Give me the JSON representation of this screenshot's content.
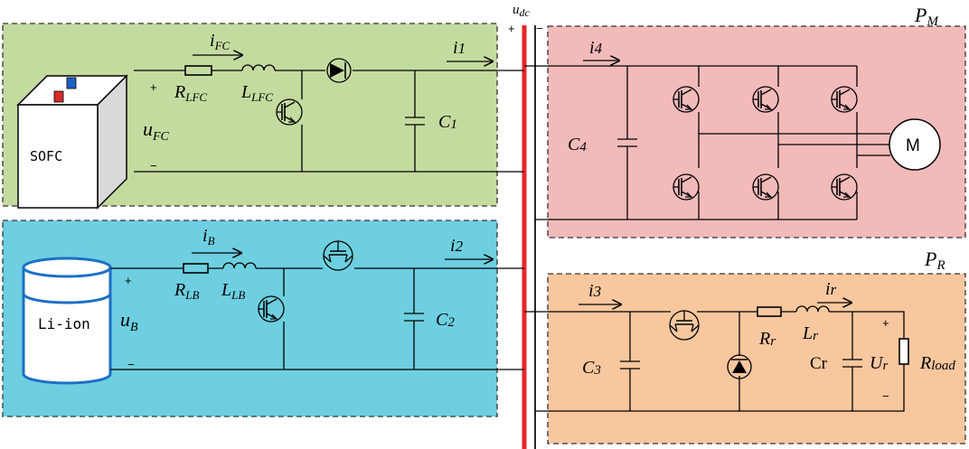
{
  "colors": {
    "fc_panel": "#c4dba0",
    "battery_panel": "#6dcfe0",
    "motor_panel": "#f3baba",
    "load_panel": "#f9c79e",
    "dc_bus_positive": "#e8262a",
    "dc_bus_negative": "#111111",
    "plus_sign": "#e8262a",
    "minus_sign": "#1a8ad8"
  },
  "bus": {
    "voltage_label": "u",
    "voltage_sub": "dc",
    "plus": "+",
    "minus": "−"
  },
  "fuel_cell": {
    "source_label": "SOFC",
    "current_label": "i",
    "current_sub": "FC",
    "resistor_label": "R",
    "resistor_sub": "LFC",
    "inductor_label": "L",
    "inductor_sub": "LFC",
    "voltage_label": "u",
    "voltage_sub": "FC",
    "capacitor_label": "C",
    "capacitor_sub": "1",
    "output_current_label": "i",
    "output_current_sub": "1",
    "plus": "+",
    "minus": "−"
  },
  "battery": {
    "source_label": "Li-ion",
    "current_label": "i",
    "current_sub": "B",
    "resistor_label": "R",
    "resistor_sub": "LB",
    "inductor_label": "L",
    "inductor_sub": "LB",
    "voltage_label": "u",
    "voltage_sub": "B",
    "capacitor_label": "C",
    "capacitor_sub": "2",
    "output_current_label": "i",
    "output_current_sub": "2",
    "plus": "+",
    "minus": "−"
  },
  "motor": {
    "power_label": "P",
    "power_sub": "M",
    "current_label": "i",
    "current_sub": "4",
    "capacitor_label": "C",
    "capacitor_sub": "4",
    "motor_label": "M"
  },
  "load": {
    "power_label": "P",
    "power_sub": "R",
    "current_label": "i",
    "current_sub": "3",
    "capacitor_label": "C",
    "capacitor_sub": "3",
    "resistor_label": "R",
    "resistor_sub": "r",
    "output_current_label": "i",
    "output_current_sub": "r",
    "inductor_label": "L",
    "inductor_sub": "r",
    "filter_cap_label": "Cr",
    "voltage_label": "U",
    "voltage_sub": "r",
    "load_label": "R",
    "load_sub": "load",
    "plus": "+",
    "minus": "−"
  }
}
